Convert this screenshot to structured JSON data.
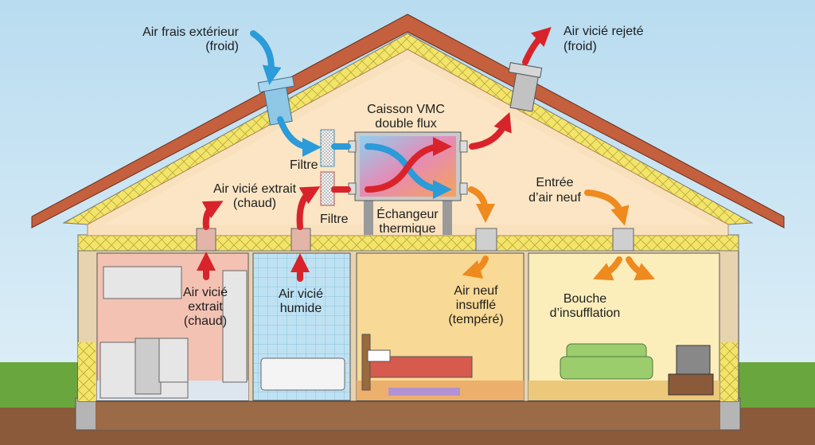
{
  "diagram": {
    "labels": {
      "fresh_air_in": [
        "Air frais extérieur",
        "(froid)"
      ],
      "stale_air_out": [
        "Air vicié rejeté",
        "(froid)"
      ],
      "vmc_box": [
        "Caisson VMC",
        "double flux"
      ],
      "filter_top": "Filtre",
      "filter_bottom": "Filtre",
      "extract_attic": [
        "Air vicié extrait",
        "(chaud)"
      ],
      "exchanger": [
        "Échangeur",
        "thermique"
      ],
      "new_air_entry": [
        "Entrée",
        "d’air neuf"
      ],
      "kitchen_extract": [
        "Air vicié",
        "extrait",
        "(chaud)"
      ],
      "bathroom_extract": [
        "Air vicié",
        "humide"
      ],
      "bedroom_supply": [
        "Air neuf",
        "insufflé",
        "(tempéré)"
      ],
      "living_supply": [
        "Bouche",
        "d’insufflation"
      ]
    },
    "colors": {
      "cold_air": "#2b9bd9",
      "warm_air": "#d9232b",
      "tempered_air": "#ee8a1e",
      "insulation": "#f3e46a",
      "roof": "#c4603d"
    }
  }
}
